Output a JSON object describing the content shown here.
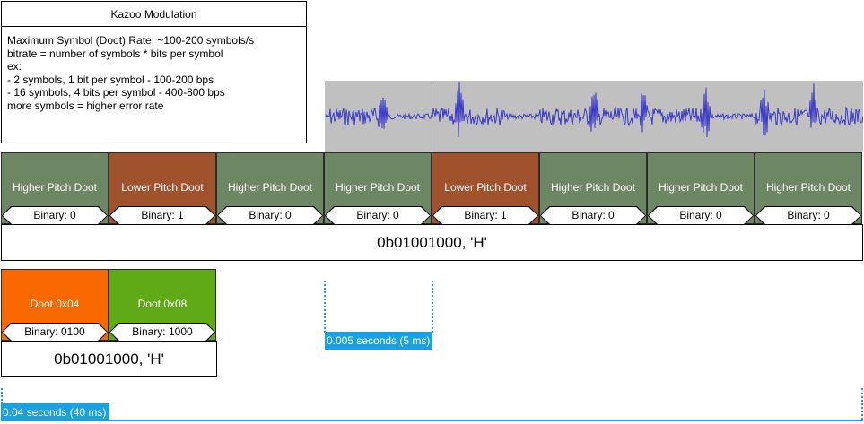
{
  "info": {
    "title": "Kazoo Modulation",
    "lines": [
      "Maximum Symbol (Doot) Rate: ~100-200 symbols/s",
      "",
      "bitrate = number of symbols * bits per symbol",
      "ex:",
      "- 2 symbols, 1 bit per symbol - 100-200 bps",
      "- 16 symbols, 4 bits per symbol - 400-800 bps",
      "",
      "more symbols = higher error rate"
    ]
  },
  "row1": {
    "doots": [
      {
        "label": "Higher Pitch Doot",
        "binary": "Binary: 0",
        "color": "#6d8764"
      },
      {
        "label": "Lower Pitch Doot",
        "binary": "Binary: 1",
        "color": "#a0522d"
      },
      {
        "label": "Higher Pitch Doot",
        "binary": "Binary: 0",
        "color": "#6d8764"
      },
      {
        "label": "Higher Pitch Doot",
        "binary": "Binary: 0",
        "color": "#6d8764"
      },
      {
        "label": "Lower Pitch Doot",
        "binary": "Binary: 1",
        "color": "#a0522d"
      },
      {
        "label": "Higher Pitch Doot",
        "binary": "Binary: 0",
        "color": "#6d8764"
      },
      {
        "label": "Higher Pitch Doot",
        "binary": "Binary: 0",
        "color": "#6d8764"
      },
      {
        "label": "Higher Pitch Doot",
        "binary": "Binary: 0",
        "color": "#6d8764"
      }
    ],
    "byte": "0b01001000, 'H'"
  },
  "row2": {
    "doots": [
      {
        "label": "Doot 0x04",
        "binary": "Binary: 0100",
        "color": "#fa6800"
      },
      {
        "label": "Doot 0x08",
        "binary": "Binary: 1000",
        "color": "#60a917"
      }
    ],
    "byte": "0b01001000, 'H'"
  },
  "timing": {
    "short": "0.005 seconds (5 ms)",
    "long": "0.04 seconds (40 ms)",
    "color": "#1ba1e2"
  },
  "waveform": {
    "background": "#c0c0c0",
    "line_color": "#3a3ac8"
  }
}
